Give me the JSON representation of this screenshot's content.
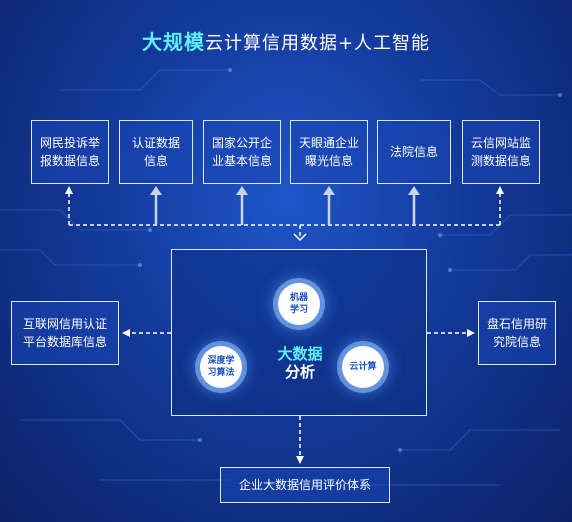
{
  "title": {
    "highlight": "大规模",
    "rest": "云计算信用数据+人工智能"
  },
  "top_sources": [
    {
      "line1": "网民投诉举",
      "line2": "报数据信息"
    },
    {
      "line1": "认证数据",
      "line2": "信息"
    },
    {
      "line1": "国家公开企",
      "line2": "业基本信息"
    },
    {
      "line1": "天眼通企业",
      "line2": "曝光信息"
    },
    {
      "line1": "法院信息",
      "line2": ""
    },
    {
      "line1": "云信网站监",
      "line2": "测数据信息"
    }
  ],
  "left_source": {
    "line1": "互联网信用认证",
    "line2": "平台数据库信息"
  },
  "right_source": {
    "line1": "盘石信用研",
    "line2": "究院信息"
  },
  "center": {
    "core_line1": "大数据",
    "core_line2": "分析",
    "circles": {
      "ml": {
        "line1": "机器",
        "line2": "学习"
      },
      "dl": {
        "line1": "深度学",
        "line2": "习算法"
      },
      "cloud": {
        "line1": "云计算",
        "line2": ""
      }
    }
  },
  "output": {
    "label": "企业大数据信用评价体系"
  },
  "colors": {
    "highlight": "#5ef0ff",
    "background": "#133a9a",
    "box_border": "#dce8ff"
  }
}
